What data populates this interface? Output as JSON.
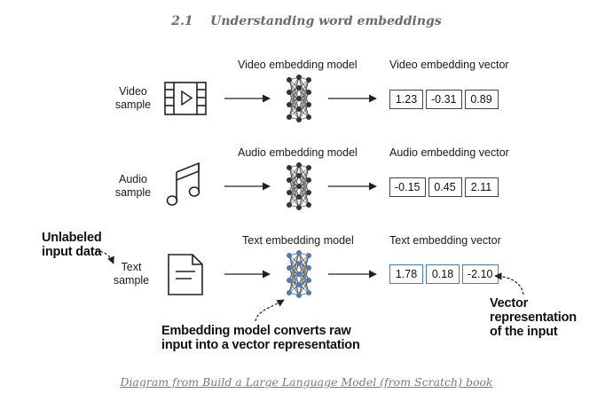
{
  "heading": "2.1    Understanding word embeddings",
  "rows": [
    {
      "sample_line1": "Video",
      "sample_line2": "sample",
      "model_label": "Video embedding model",
      "vector_label": "Video embedding vector",
      "vector": [
        "1.23",
        "-0.31",
        "0.89"
      ],
      "icon": "film-icon"
    },
    {
      "sample_line1": "Audio",
      "sample_line2": "sample",
      "model_label": "Audio embedding model",
      "vector_label": "Audio embedding vector",
      "vector": [
        "-0.15",
        "0.45",
        "2.11"
      ],
      "icon": "music-note-icon"
    },
    {
      "sample_line1": "Text",
      "sample_line2": "sample",
      "model_label": "Text embedding model",
      "vector_label": "Text embedding vector",
      "vector": [
        "1.78",
        "0.18",
        "-2.10"
      ],
      "icon": "document-icon"
    }
  ],
  "callouts": {
    "unlabeled_line1": "Unlabeled",
    "unlabeled_line2": "input data",
    "model_line1": "Embedding model converts raw",
    "model_line2": "input into a vector representation",
    "vector_line1": "Vector representation",
    "vector_line2": "of the input"
  },
  "caption": "Diagram from Build a Large Language Model (from Scratch) book",
  "colors": {
    "ink": "#1a1a1a",
    "text_row_accent": "#4a7bbf",
    "heading": "#6b6b6b",
    "caption": "#7a7a7a"
  }
}
